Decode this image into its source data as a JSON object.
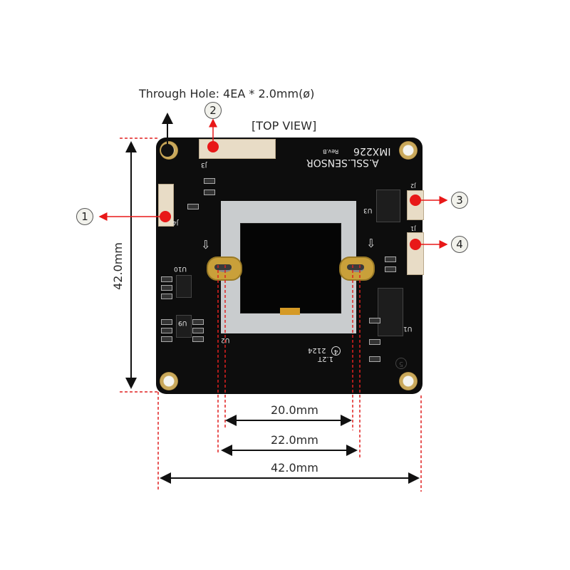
{
  "header": {
    "through_hole": "Through Hole: 4EA * 2.0mm(ø)",
    "view_label": "[TOP VIEW]"
  },
  "board": {
    "silkscreen_line1": "IMX226",
    "silkscreen_rev": "Rev.B",
    "silkscreen_line2": "A.SSL.SENSOR",
    "ref_j3": "J3",
    "ref_j4": "J4",
    "ref_j2": "J2",
    "ref_j1": "J1",
    "ref_u3": "U3",
    "ref_u10": "U10",
    "ref_u9": "U9",
    "ref_u2": "U2",
    "ref_u1": "U1",
    "date_code": "2124",
    "marking": "1.2T",
    "circle_mark": "4",
    "circle_mark_5": "5"
  },
  "callouts": [
    {
      "id": "1",
      "label": "1"
    },
    {
      "id": "2",
      "label": "2"
    },
    {
      "id": "3",
      "label": "3"
    },
    {
      "id": "4",
      "label": "4"
    }
  ],
  "dimensions": {
    "height": "42.0mm",
    "inner_hole_span": "20.0mm",
    "outer_hole_span": "22.0mm",
    "width": "42.0mm"
  },
  "colors": {
    "dimension_line": "#111111",
    "callout_arrow": "#e81818",
    "extension_line": "#e02020",
    "pcb": "#0d0d0d"
  }
}
